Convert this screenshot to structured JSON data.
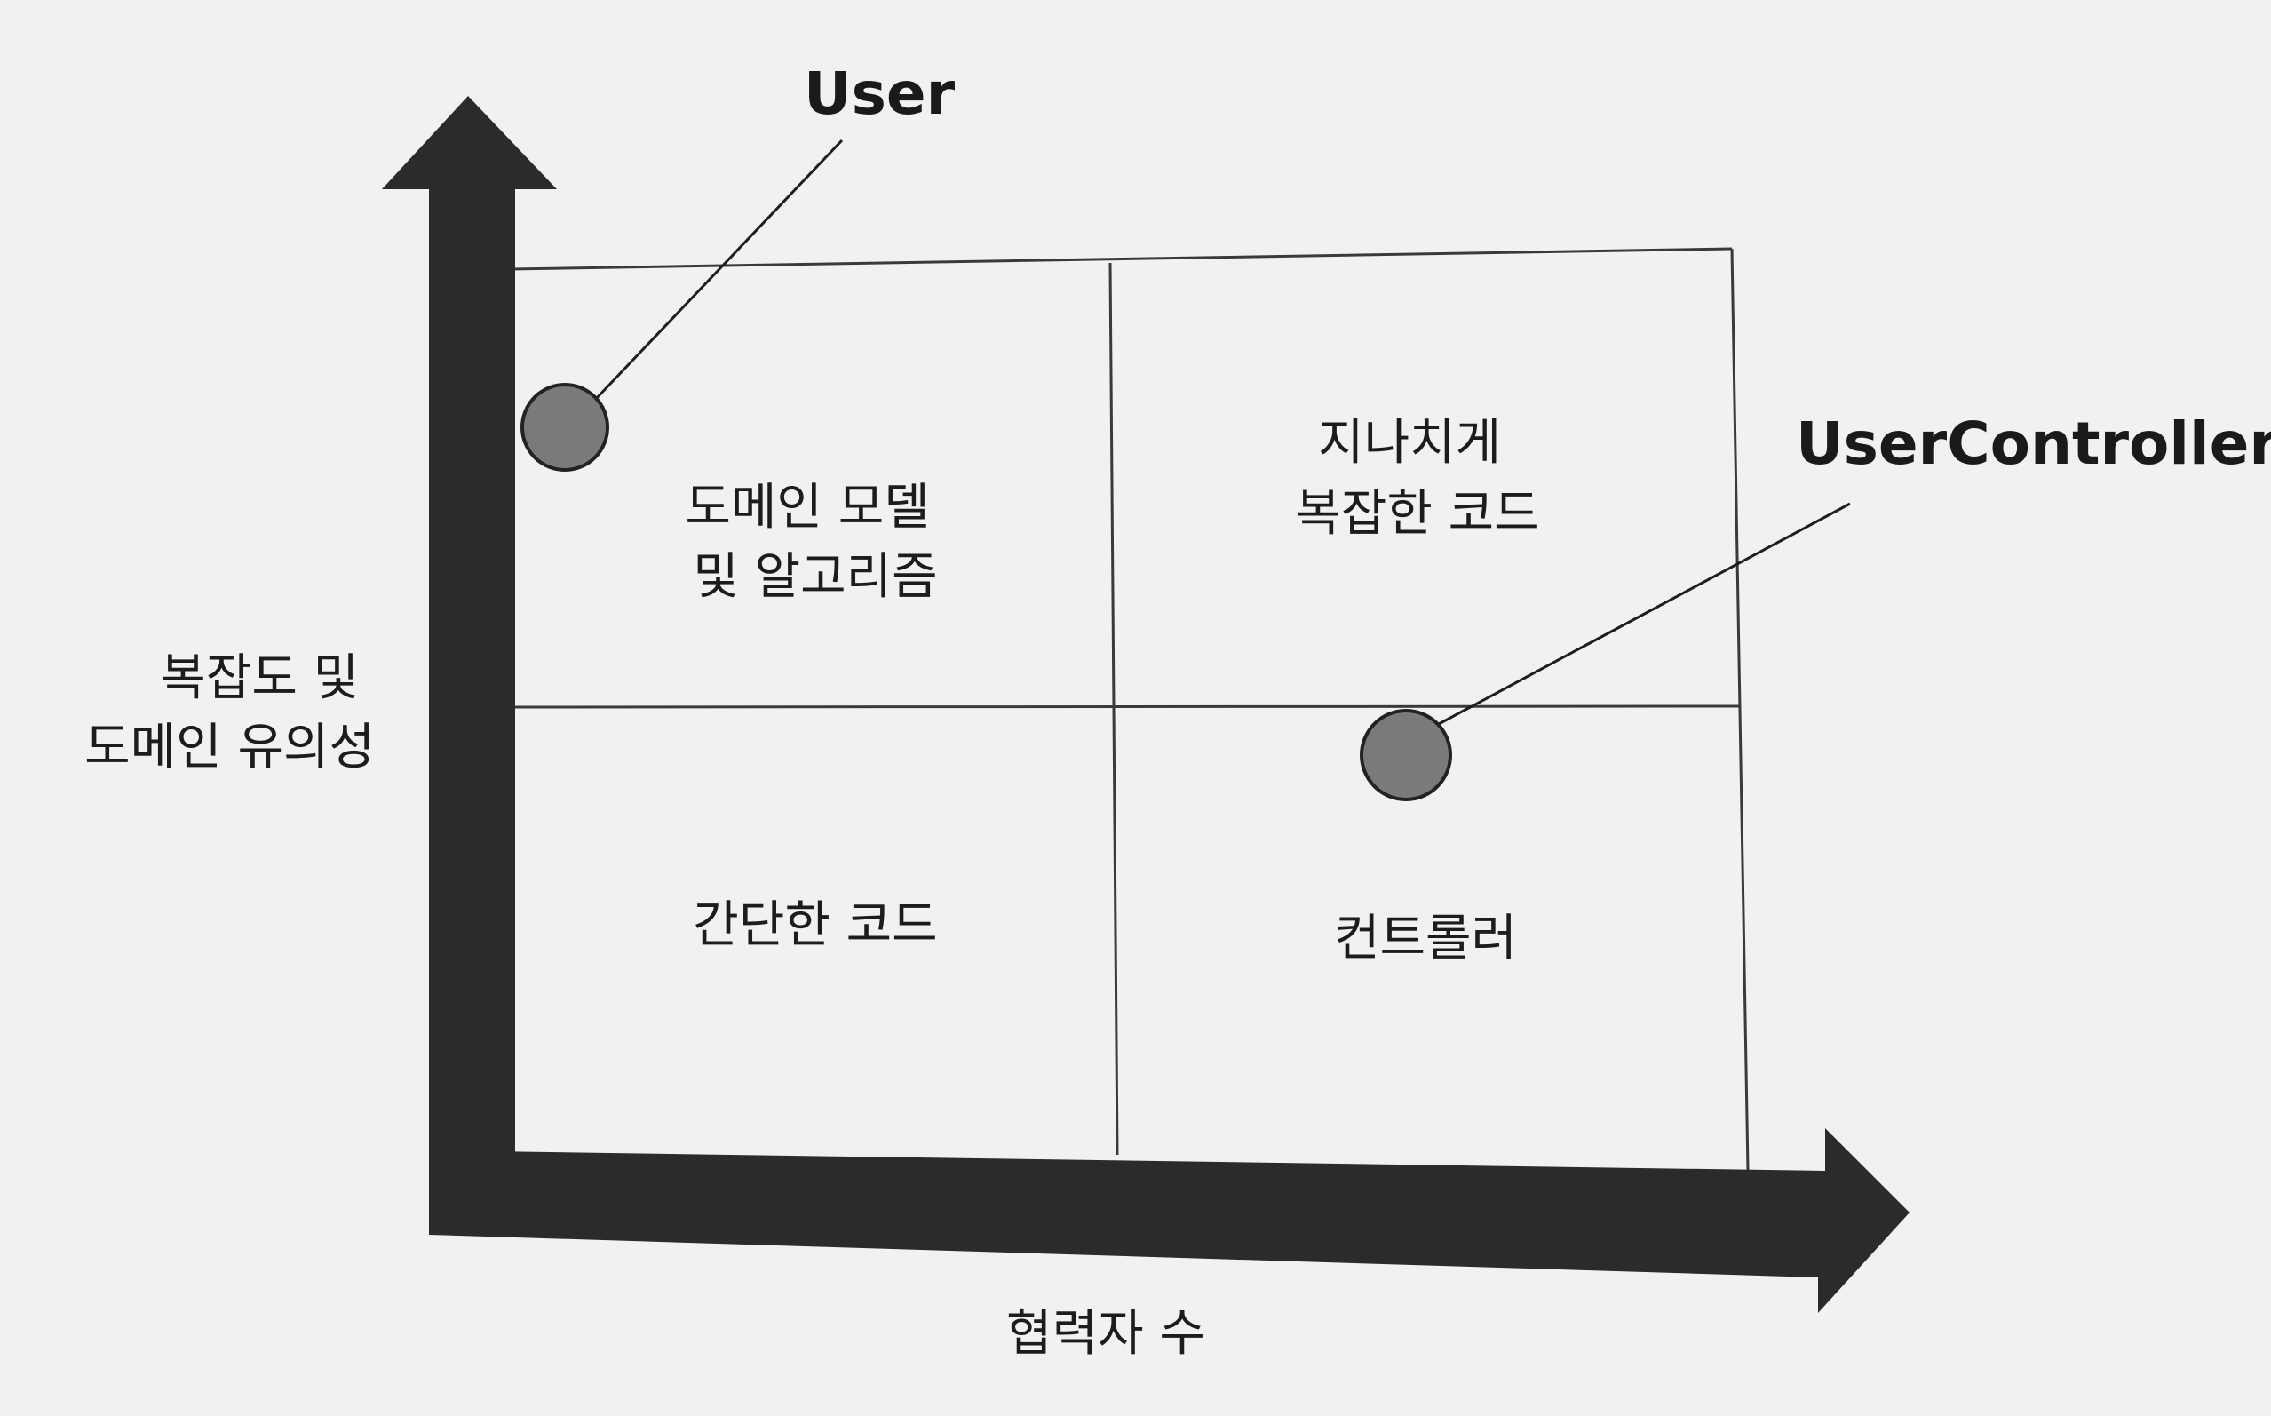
{
  "axes": {
    "y_label_lines": [
      "복잡도 및",
      "도메인 유의성"
    ],
    "x_label": "협력자 수"
  },
  "quadrants": {
    "top_left": [
      "도메인 모델",
      "및 알고리즘"
    ],
    "top_right": [
      "지나치게",
      "복잡한 코드"
    ],
    "bottom_left": [
      "간단한 코드"
    ],
    "bottom_right": [
      "컨트롤러"
    ]
  },
  "markers": [
    {
      "label": "User",
      "quadrant": "top_left"
    },
    {
      "label": "UserController",
      "quadrant": "bottom_right"
    }
  ],
  "colors": {
    "axis": "#2b2b2b",
    "marker_fill": "#7a7a7a",
    "grid_line": "#3a3a3a",
    "background": "#f1f1ef"
  }
}
